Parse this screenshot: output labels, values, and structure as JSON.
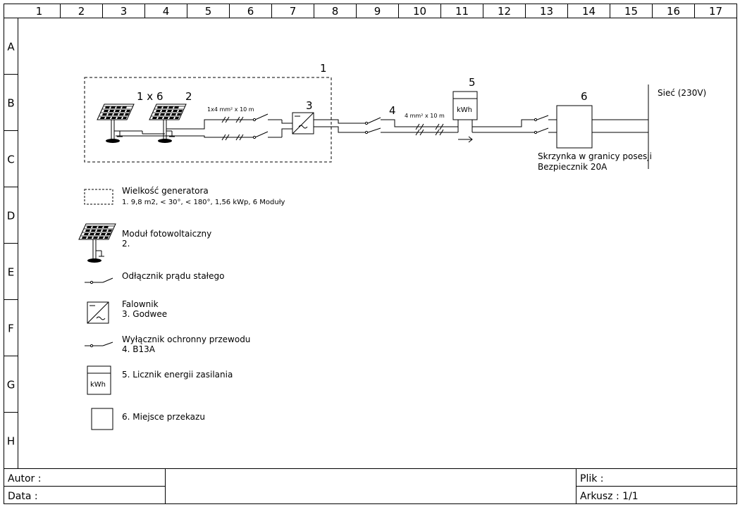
{
  "columns": [
    "1",
    "2",
    "3",
    "4",
    "5",
    "6",
    "7",
    "8",
    "9",
    "10",
    "11",
    "12",
    "13",
    "14",
    "15",
    "16",
    "17"
  ],
  "rows": [
    "A",
    "B",
    "C",
    "D",
    "E",
    "F",
    "G",
    "H"
  ],
  "diagram": {
    "generator_num": "1",
    "modules_count": "1 x 6",
    "module_num": "2",
    "cable_dc": "1x4 mm² x 10 m",
    "inverter_num": "3",
    "breaker_num": "4",
    "cable_ac": "4 mm² x 10 m",
    "meter_num": "5",
    "meter_text": "kWh",
    "transfer_num": "6",
    "grid_label": "Sieć (230V)",
    "box_label_1": "Skrzynka w granicy posesji",
    "box_label_2": "Bezpiecznik 20A"
  },
  "legend": {
    "generator_title": "Wielkość generatora",
    "generator_detail": "1. 9,8 m2,  < 30°, < 180°, 1,56 kWp, 6 Moduły",
    "module_title": "Moduł fotowoltaiczny",
    "module_detail": "2.",
    "dc_switch": "Odłącznik prądu stałego",
    "inverter_title": "Falownik",
    "inverter_detail": "3. Godwee",
    "breaker_title": "Wyłącznik ochronny przewodu",
    "breaker_detail": "4. B13A",
    "meter_icon_text": "kWh",
    "meter_label": "5. Licznik energii zasilania",
    "transfer_label": "6. Miejsce przekazu"
  },
  "titleblock": {
    "author": "Autor :",
    "date": "Data :",
    "file": "Plik :",
    "sheet": "Arkusz : 1/1"
  }
}
